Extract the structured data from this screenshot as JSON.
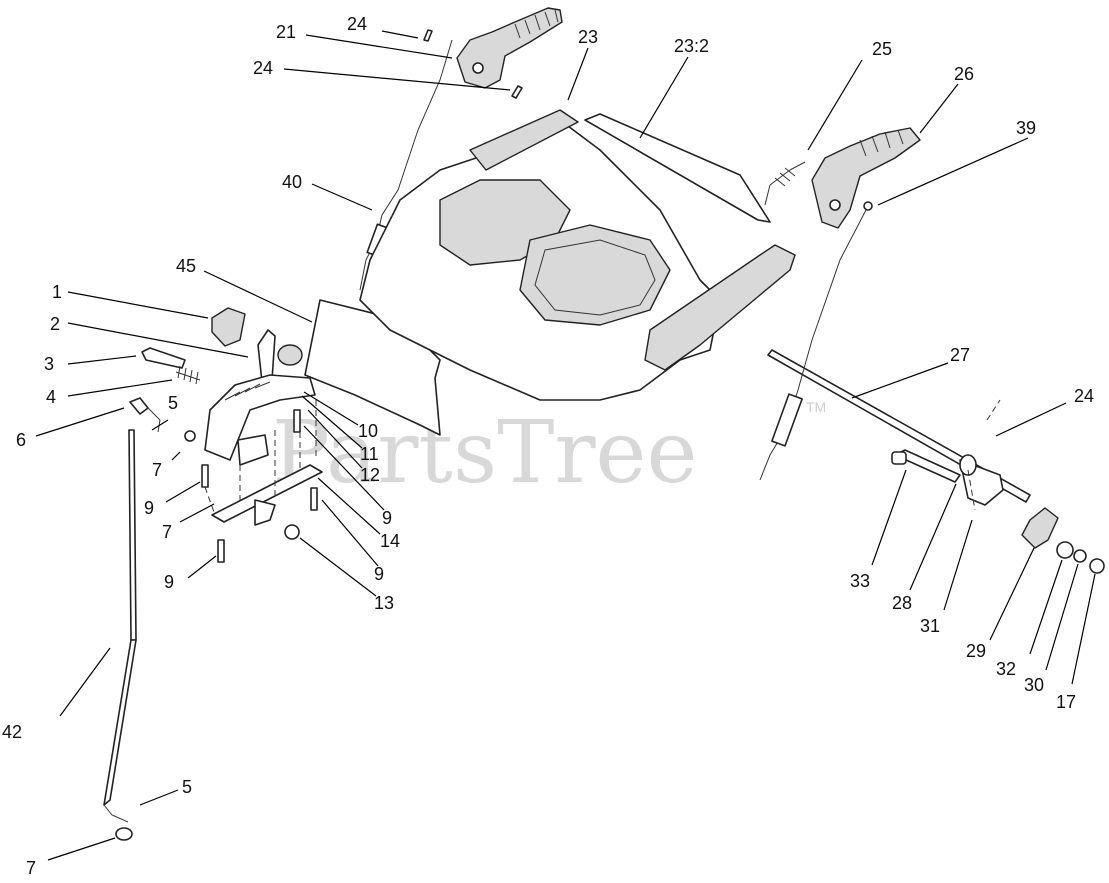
{
  "watermark": {
    "text": "PartsTree",
    "tm": "TM"
  },
  "callouts": [
    {
      "id": "c-24a",
      "text": "24"
    },
    {
      "id": "c-21",
      "text": "21"
    },
    {
      "id": "c-24b",
      "text": "24"
    },
    {
      "id": "c-23",
      "text": "23"
    },
    {
      "id": "c-232",
      "text": "23:2"
    },
    {
      "id": "c-25",
      "text": "25"
    },
    {
      "id": "c-26",
      "text": "26"
    },
    {
      "id": "c-39",
      "text": "39"
    },
    {
      "id": "c-40",
      "text": "40"
    },
    {
      "id": "c-45",
      "text": "45"
    },
    {
      "id": "c-1",
      "text": "1"
    },
    {
      "id": "c-2",
      "text": "2"
    },
    {
      "id": "c-3",
      "text": "3"
    },
    {
      "id": "c-4",
      "text": "4"
    },
    {
      "id": "c-5a",
      "text": "5"
    },
    {
      "id": "c-6",
      "text": "6"
    },
    {
      "id": "c-7a",
      "text": "7"
    },
    {
      "id": "c-9a",
      "text": "9"
    },
    {
      "id": "c-7b",
      "text": "7"
    },
    {
      "id": "c-10",
      "text": "10"
    },
    {
      "id": "c-11",
      "text": "11"
    },
    {
      "id": "c-12",
      "text": "12"
    },
    {
      "id": "c-9b",
      "text": "9"
    },
    {
      "id": "c-14",
      "text": "14"
    },
    {
      "id": "c-9c",
      "text": "9"
    },
    {
      "id": "c-9d",
      "text": "9"
    },
    {
      "id": "c-13",
      "text": "13"
    },
    {
      "id": "c-27",
      "text": "27"
    },
    {
      "id": "c-24c",
      "text": "24"
    },
    {
      "id": "c-33",
      "text": "33"
    },
    {
      "id": "c-28",
      "text": "28"
    },
    {
      "id": "c-31",
      "text": "31"
    },
    {
      "id": "c-29",
      "text": "29"
    },
    {
      "id": "c-32",
      "text": "32"
    },
    {
      "id": "c-30",
      "text": "30"
    },
    {
      "id": "c-17",
      "text": "17"
    },
    {
      "id": "c-42",
      "text": "42"
    },
    {
      "id": "c-5b",
      "text": "5"
    },
    {
      "id": "c-7c",
      "text": "7"
    }
  ]
}
